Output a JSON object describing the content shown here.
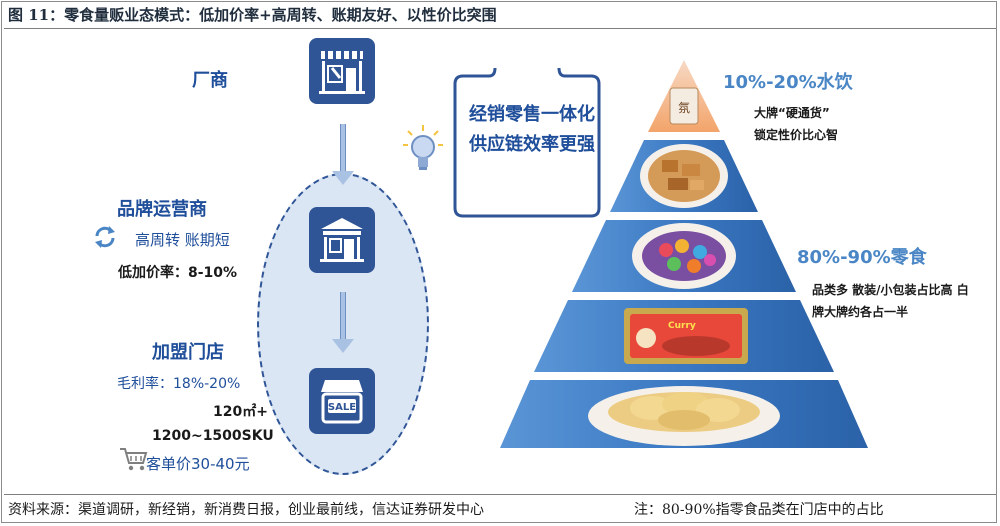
{
  "title": "图 11：零食量贩业态模式：低加价率+高周转、账期友好、以性价比突围",
  "left": {
    "manufacturer": "厂商",
    "brand_operator": "品牌运营商",
    "turnover": "高周转 账期短",
    "markup_rate": "低加价率：8-10%",
    "franchise": "加盟门店",
    "gross_margin": "毛利率：18%-20%",
    "area": "120㎡+",
    "sku": "1200~1500SKU",
    "unit_price": "客单价30-40元",
    "sale_sign": "SALE"
  },
  "bubble": {
    "line1": "经销零售一体化",
    "line2": "供应链效率更强"
  },
  "pyramid": {
    "drinks_label": "10%-20%水饮",
    "drinks_note_1": "大牌“硬通货”",
    "drinks_note_2": "锁定性价比心智",
    "snacks_label": "80%-90%零食",
    "snacks_note_1": "品类多 散装/小包装占比高 白",
    "snacks_note_2": "牌大牌约各占一半",
    "bag_text": "Curry"
  },
  "footer": {
    "source": "资料来源：渠道调研，新经销，新消费日报，创业最前线，信达证券研发中心",
    "note": "注：80-90%指零食品类在门店中的占比"
  },
  "colors": {
    "primary_blue": "#2f5597",
    "label_blue": "#1f4e9a",
    "light_blue": "#4a86c5",
    "ellipse_fill": "#dbe6f4",
    "pyramid_blue": "#3a78c2"
  }
}
